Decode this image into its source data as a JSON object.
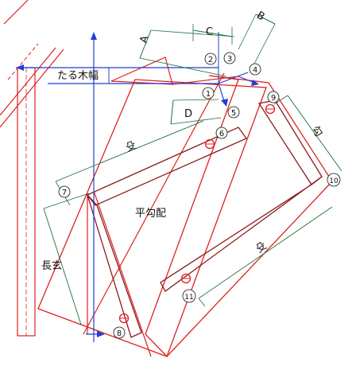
{
  "labels": {
    "taruki_haba": "たる木幅",
    "koubai_top": "殳",
    "hira_koubai": "平勾配",
    "chougen": "長玄",
    "kou": "勾",
    "kou_bottom": "殳",
    "dim_a": "A",
    "dim_b": "B",
    "dim_c": "C",
    "dim_d": "D"
  },
  "points": {
    "p1": "①",
    "p2": "②",
    "p3": "③",
    "p4": "④",
    "p5": "⑤",
    "p6": "⑥",
    "p7": "⑦",
    "p8": "⑧",
    "p9": "⑨",
    "p10": "⑩",
    "p11": "⑪"
  },
  "colors": {
    "red": "#e02020",
    "dark_red": "#8b1a1a",
    "blue": "#1f3fd6",
    "green": "#1f6f3f",
    "black": "#111111"
  }
}
